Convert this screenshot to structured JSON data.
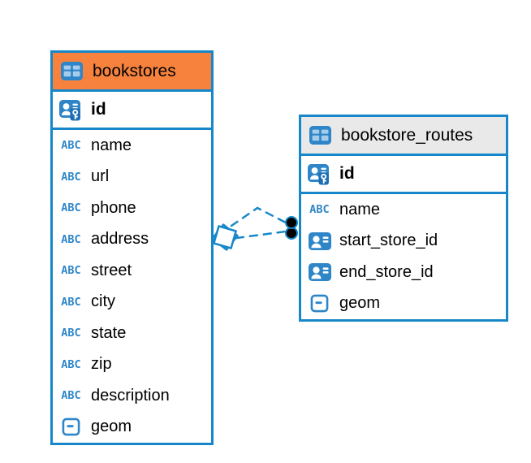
{
  "diagram": {
    "type": "entity-relationship",
    "colors": {
      "accent_blue": "#1787C9",
      "icon_blue": "#2E86C8",
      "icon_blue_light": "#A6CCEA",
      "key_badge_blue": "#1D6FB5",
      "header_orange": "#F6823E",
      "header_gray": "#E9E9E9",
      "text_black": "#000000",
      "background": "#FFFFFF"
    },
    "icons": {
      "text_type_label": "ABC"
    }
  },
  "tables": {
    "bookstores": {
      "title": "bookstores",
      "primary_key": {
        "name": "id"
      },
      "fields": [
        {
          "name": "name",
          "type": "text"
        },
        {
          "name": "url",
          "type": "text"
        },
        {
          "name": "phone",
          "type": "text"
        },
        {
          "name": "address",
          "type": "text"
        },
        {
          "name": "street",
          "type": "text"
        },
        {
          "name": "city",
          "type": "text"
        },
        {
          "name": "state",
          "type": "text"
        },
        {
          "name": "zip",
          "type": "text"
        },
        {
          "name": "description",
          "type": "text"
        },
        {
          "name": "geom",
          "type": "geometry"
        }
      ]
    },
    "bookstore_routes": {
      "title": "bookstore_routes",
      "primary_key": {
        "name": "id"
      },
      "fields": [
        {
          "name": "name",
          "type": "text"
        },
        {
          "name": "start_store_id",
          "type": "reference"
        },
        {
          "name": "end_store_id",
          "type": "reference"
        },
        {
          "name": "geom",
          "type": "geometry"
        }
      ]
    }
  },
  "relationship": {
    "from_table": "bookstore_routes",
    "to_table": "bookstores",
    "line_style": "dashed"
  }
}
